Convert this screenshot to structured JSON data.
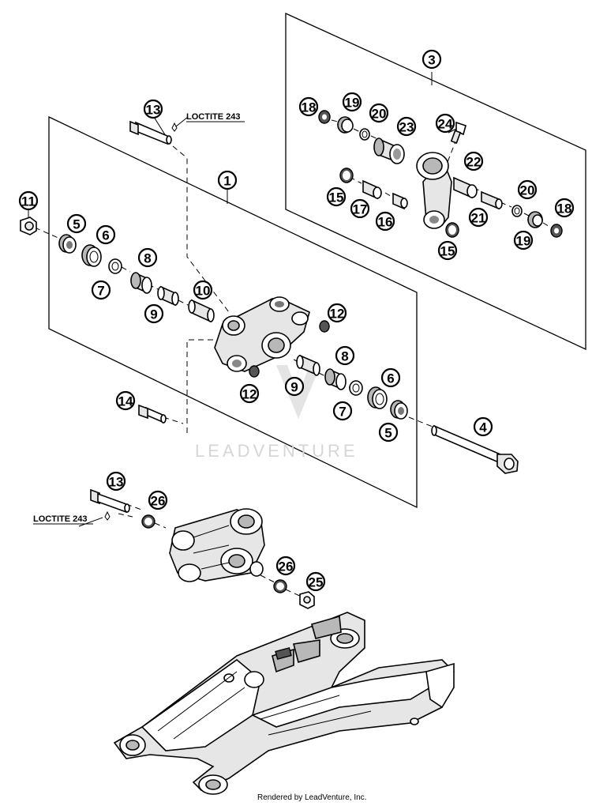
{
  "diagram": {
    "callouts": [
      {
        "id": "c13a",
        "label": "13"
      },
      {
        "id": "c1",
        "label": "1"
      },
      {
        "id": "c11",
        "label": "11"
      },
      {
        "id": "c5a",
        "label": "5"
      },
      {
        "id": "c6a",
        "label": "6"
      },
      {
        "id": "c8a",
        "label": "8"
      },
      {
        "id": "c7a",
        "label": "7"
      },
      {
        "id": "c10",
        "label": "10"
      },
      {
        "id": "c9a",
        "label": "9"
      },
      {
        "id": "c12a",
        "label": "12"
      },
      {
        "id": "c8b",
        "label": "8"
      },
      {
        "id": "c12b",
        "label": "12"
      },
      {
        "id": "c9b",
        "label": "9"
      },
      {
        "id": "c6b",
        "label": "6"
      },
      {
        "id": "c7b",
        "label": "7"
      },
      {
        "id": "c5b",
        "label": "5"
      },
      {
        "id": "c14",
        "label": "14"
      },
      {
        "id": "c4",
        "label": "4"
      },
      {
        "id": "c3",
        "label": "3"
      },
      {
        "id": "c18a",
        "label": "18"
      },
      {
        "id": "c19a",
        "label": "19"
      },
      {
        "id": "c20a",
        "label": "20"
      },
      {
        "id": "c23",
        "label": "23"
      },
      {
        "id": "c24",
        "label": "24"
      },
      {
        "id": "c22",
        "label": "22"
      },
      {
        "id": "c15a",
        "label": "15"
      },
      {
        "id": "c17",
        "label": "17"
      },
      {
        "id": "c16",
        "label": "16"
      },
      {
        "id": "c20b",
        "label": "20"
      },
      {
        "id": "c18b",
        "label": "18"
      },
      {
        "id": "c21",
        "label": "21"
      },
      {
        "id": "c19b",
        "label": "19"
      },
      {
        "id": "c15b",
        "label": "15"
      },
      {
        "id": "c13b",
        "label": "13"
      },
      {
        "id": "c26a",
        "label": "26"
      },
      {
        "id": "c26b",
        "label": "26"
      },
      {
        "id": "c25",
        "label": "25"
      }
    ],
    "notes": {
      "loctite_top": "LOCTITE 243",
      "loctite_bottom": "LOCTITE 243"
    },
    "watermark": "LEADVENTURE",
    "footer": "Rendered by LeadVenture, Inc."
  }
}
